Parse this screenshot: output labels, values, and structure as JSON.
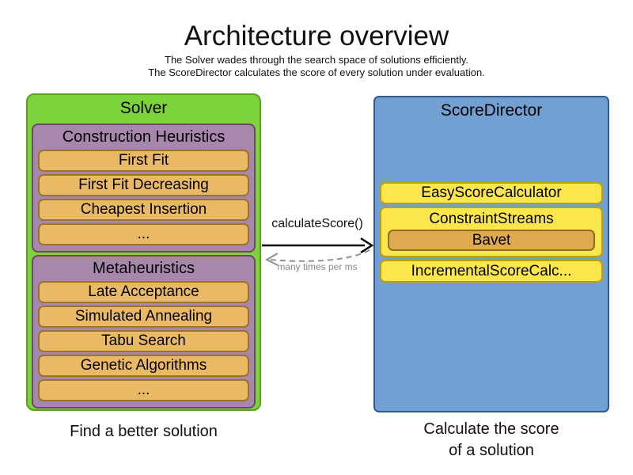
{
  "title": "Architecture overview",
  "subtitle1": "The Solver wades through the search space of solutions efficiently.",
  "subtitle2": "The ScoreDirector calculates the score of every solution under evaluation.",
  "solver": {
    "label": "Solver",
    "caption": "Find a better solution",
    "groups": [
      {
        "label": "Construction Heuristics",
        "items": [
          "First Fit",
          "First Fit Decreasing",
          "Cheapest Insertion",
          "..."
        ]
      },
      {
        "label": "Metaheuristics",
        "items": [
          "Late Acceptance",
          "Simulated Annealing",
          "Tabu Search",
          "Genetic Algorithms",
          "..."
        ]
      }
    ]
  },
  "score_director": {
    "label": "ScoreDirector",
    "caption_line1": "Calculate the score",
    "caption_line2": "of a solution",
    "calculators": [
      "EasyScoreCalculator",
      "ConstraintStreams",
      "IncrementalScoreCalc..."
    ],
    "constraint_streams_impl": "Bavet"
  },
  "arrow": {
    "label": "calculateScore()",
    "sublabel": "many times per ms"
  },
  "colors": {
    "solver_fill": "#7cd33c",
    "solver_border": "#5aa11e",
    "group_fill": "#a787ac",
    "group_border": "#6f4767",
    "item_fill": "#e9b966",
    "item_border": "#9e7328",
    "score_director_fill": "#73a0d2",
    "score_director_border": "#2c5c8f",
    "calculator_fill": "#fbe64b",
    "calculator_border": "#bfa004",
    "bavet_fill": "#dfa94f",
    "bavet_border": "#8f6c22",
    "arrow_solid": "#000000",
    "arrow_dashed": "#909090"
  }
}
